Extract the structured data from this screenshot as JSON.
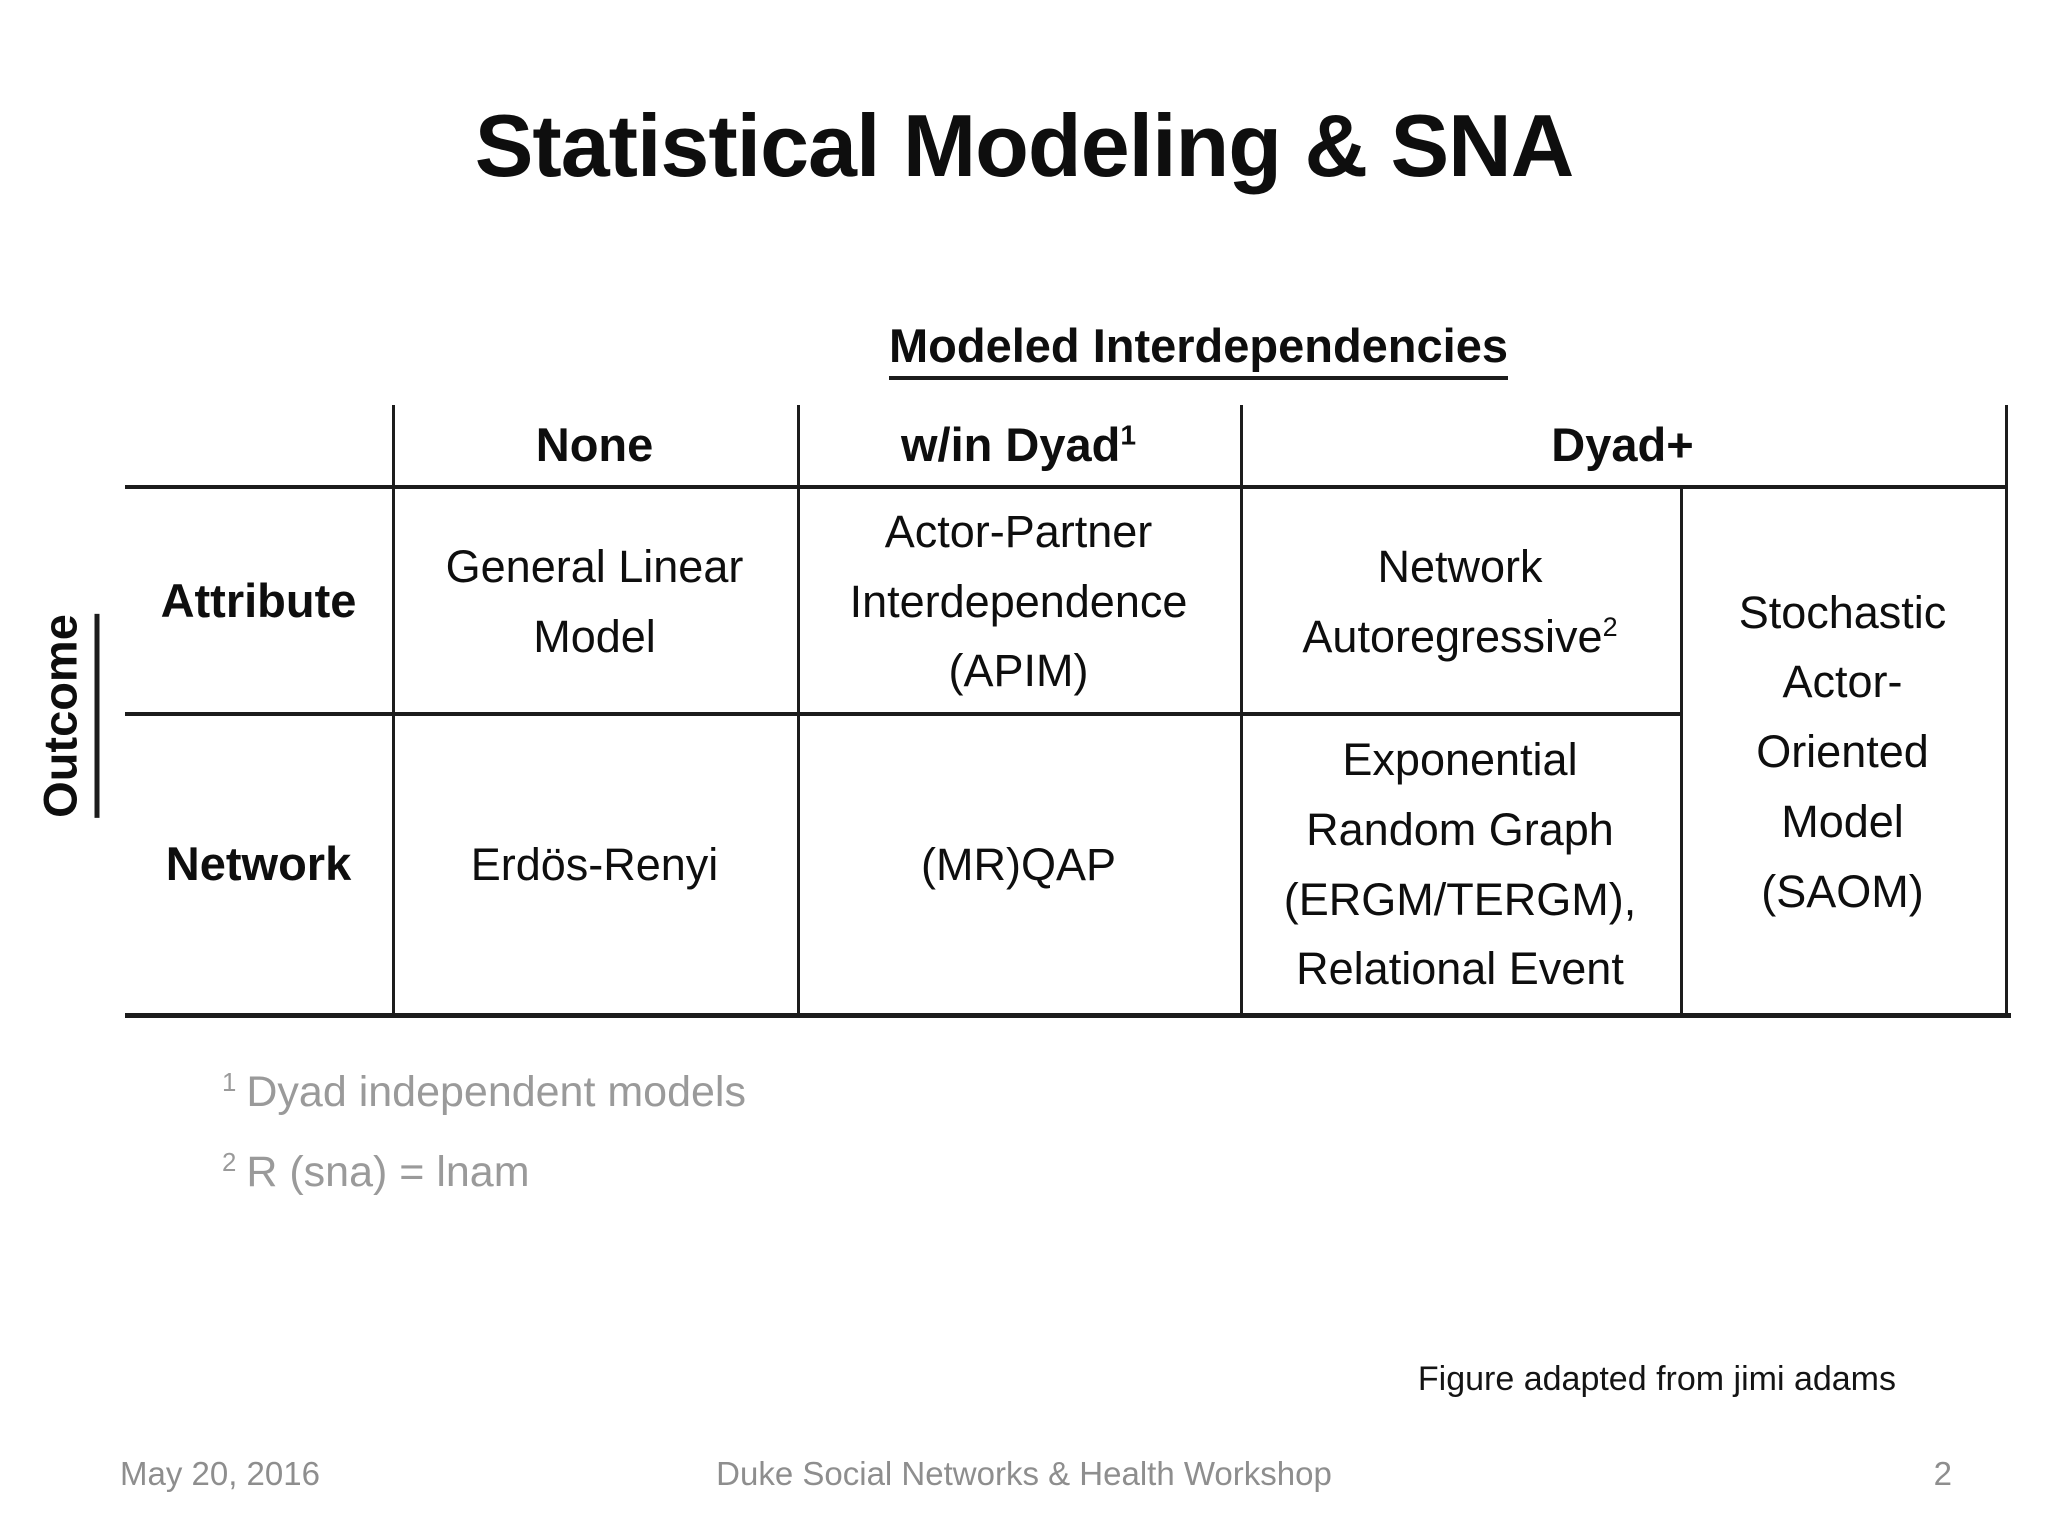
{
  "slide": {
    "title": "Statistical Modeling & SNA",
    "table_heading": "Modeled Interdependencies",
    "row_axis_label": "Outcome",
    "columns": {
      "none": "None",
      "win_dyad": "w/in Dyad",
      "win_dyad_sup": "1",
      "dyad_plus": "Dyad+"
    },
    "rows": {
      "attribute": "Attribute",
      "network": "Network"
    },
    "cells": {
      "attribute_none": "General Linear\nModel",
      "attribute_win_dyad": "Actor-Partner\nInterdependence\n(APIM)",
      "attribute_dyad_plus_line1": "Network",
      "attribute_dyad_plus_line2": "Autoregressive",
      "attribute_dyad_plus_sup": "2",
      "dyad_plus_rowspan": "Stochastic\nActor-\nOriented\nModel\n(SAOM)",
      "network_none": "Erdös-Renyi",
      "network_win_dyad": "(MR)QAP",
      "network_dyad_plus": "Exponential\nRandom Graph\n(ERGM/TERGM),\nRelational Event"
    },
    "footnotes": [
      {
        "sup": "1",
        "text": "Dyad independent models"
      },
      {
        "sup": "2",
        "text": "R (sna) = lnam"
      }
    ],
    "credit": "Figure adapted from jimi adams",
    "footer": {
      "date": "May 20, 2016",
      "center": "Duke Social Networks & Health Workshop",
      "page": "2"
    }
  },
  "colors": {
    "text": "#0e0e0e",
    "muted_footnote": "#9a9a9a",
    "muted_footer": "#8e8e8e",
    "table_line": "#1c1c1c"
  }
}
